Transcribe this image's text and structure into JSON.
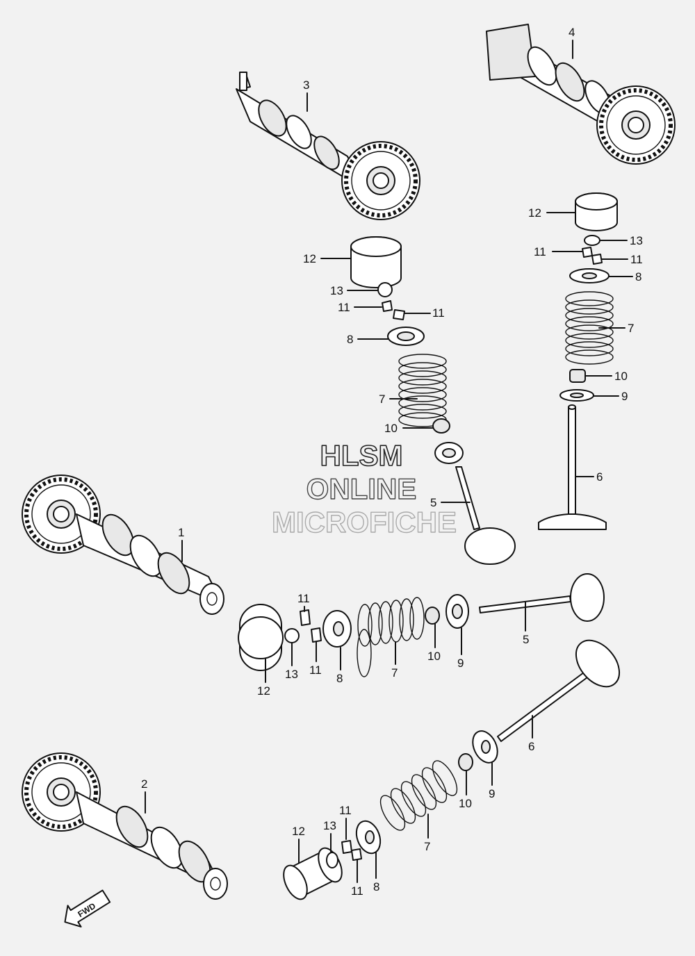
{
  "watermark": {
    "line1": "HLSM",
    "line2": "ONLINE",
    "line3": "MICROFICHE"
  },
  "fwd_label": "FWD",
  "callouts": {
    "n1": "1",
    "n2": "2",
    "n3": "3",
    "n4": "4",
    "n5": "5",
    "n6": "6",
    "n7": "7",
    "n8": "8",
    "n9": "9",
    "n10": "10",
    "n11": "11",
    "n12": "12",
    "n13": "13"
  }
}
